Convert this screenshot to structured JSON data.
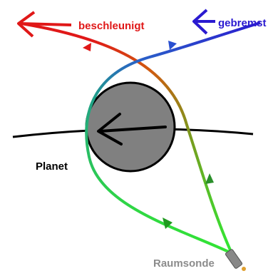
{
  "labels": {
    "accelerated": "beschleunigt",
    "decelerated": "gebremst",
    "planet": "Planet",
    "probe": "Raumsonde"
  },
  "colors": {
    "accelerated": "#e01818",
    "decelerated": "#2a1ad0",
    "planet_fill": "#808080",
    "orbit": "#000000",
    "probe_label": "#8c8c8c",
    "approach": "#2ec82e"
  },
  "icons": {
    "planet_motion": "arrow-left-icon",
    "probe": "spacecraft-icon"
  }
}
